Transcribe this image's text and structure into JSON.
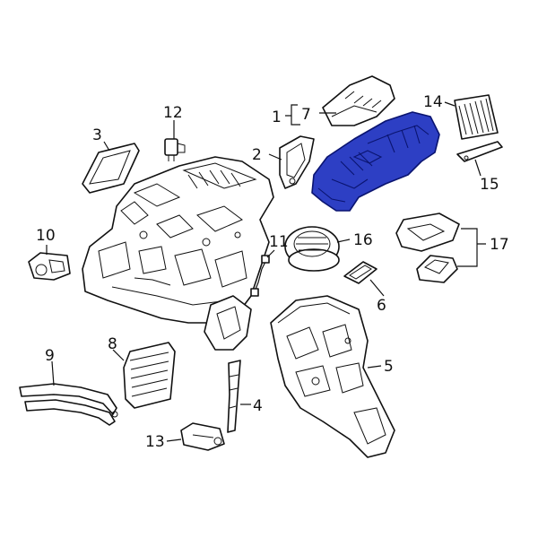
{
  "diagram": {
    "highlight_color": "#2d3fc4",
    "callouts": [
      {
        "id": "c1",
        "label": "1"
      },
      {
        "id": "c2",
        "label": "2"
      },
      {
        "id": "c3",
        "label": "3"
      },
      {
        "id": "c4",
        "label": "4"
      },
      {
        "id": "c5",
        "label": "5"
      },
      {
        "id": "c6",
        "label": "6"
      },
      {
        "id": "c7",
        "label": "7"
      },
      {
        "id": "c8",
        "label": "8"
      },
      {
        "id": "c9",
        "label": "9"
      },
      {
        "id": "c10",
        "label": "10"
      },
      {
        "id": "c11",
        "label": "11"
      },
      {
        "id": "c12",
        "label": "12"
      },
      {
        "id": "c13",
        "label": "13"
      },
      {
        "id": "c14",
        "label": "14"
      },
      {
        "id": "c15",
        "label": "15"
      },
      {
        "id": "c16",
        "label": "16"
      },
      {
        "id": "c17",
        "label": "17"
      }
    ]
  }
}
